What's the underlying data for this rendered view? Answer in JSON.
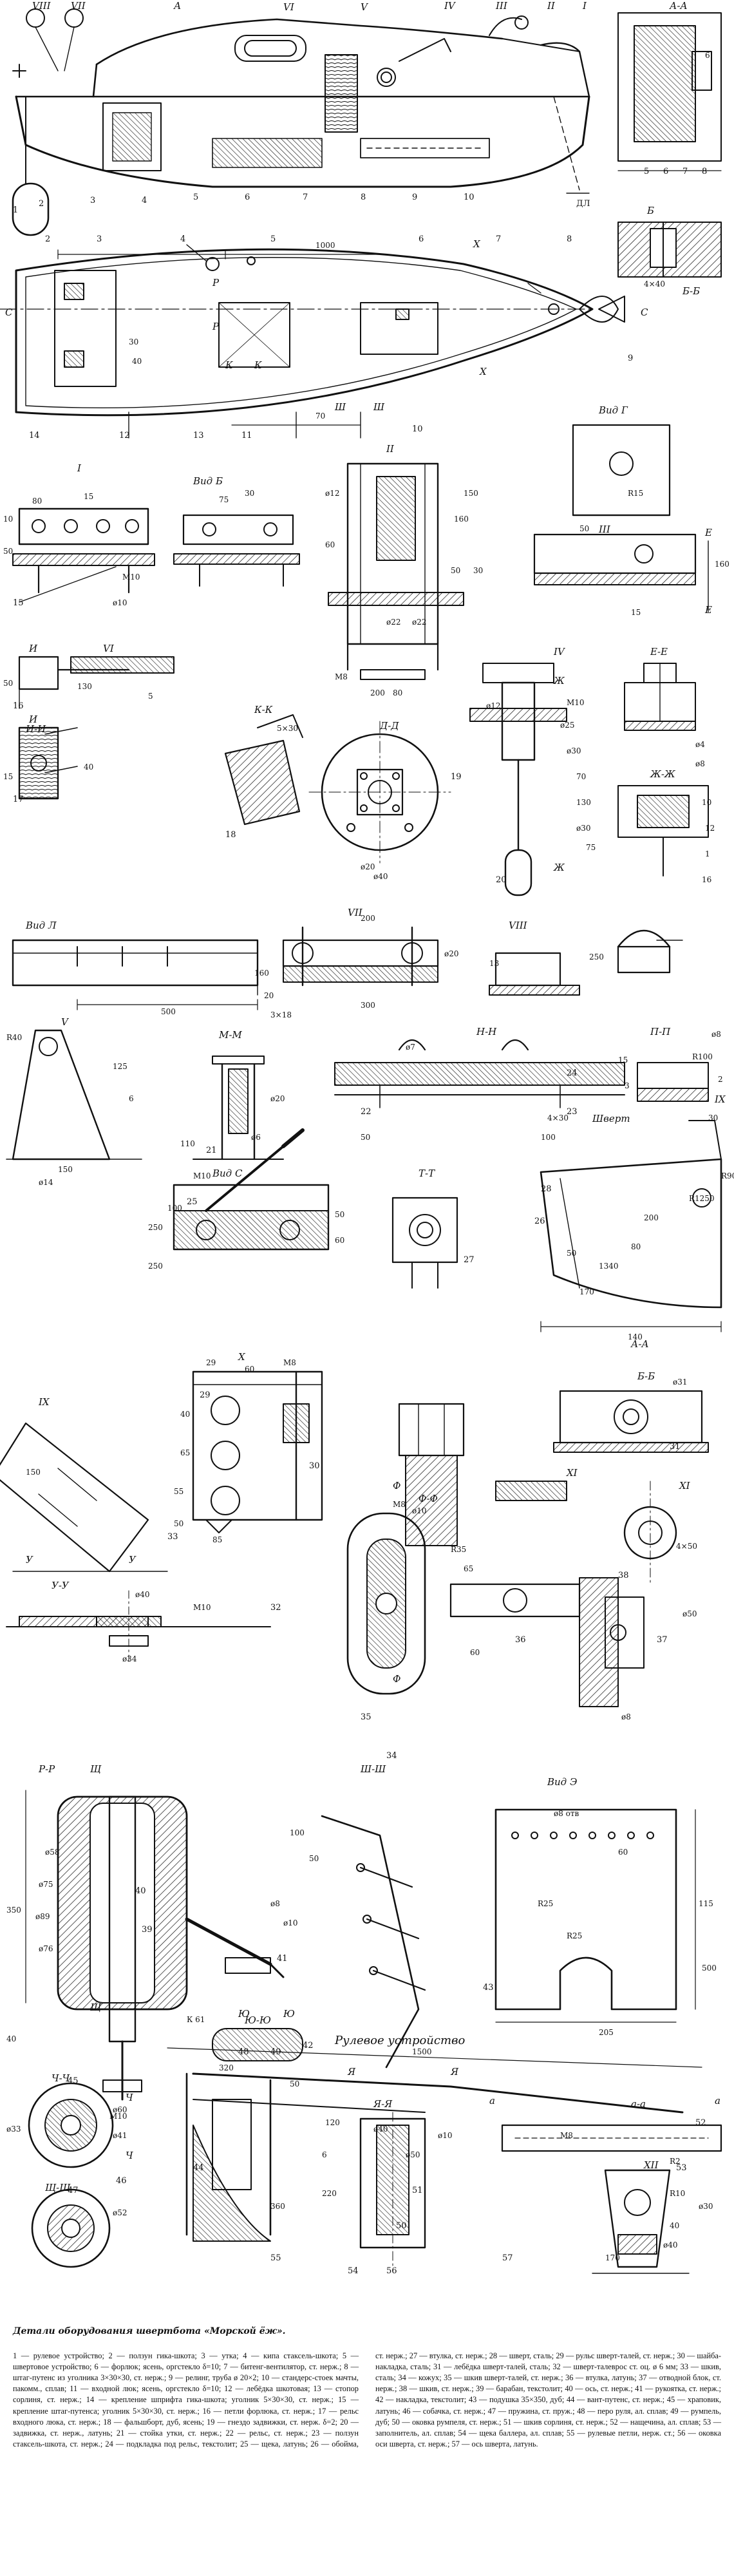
{
  "sections": {
    "main_side": [
      "VIII",
      "VII",
      "А",
      "VI",
      "V",
      "IV",
      "III",
      "II",
      "I",
      "А-А"
    ],
    "plan": [
      "Б",
      "Б-Б",
      "Р",
      "Р",
      "Х",
      "Х",
      "С",
      "С",
      "К",
      "К",
      "Ш",
      "Ш"
    ],
    "row_a": [
      "I",
      "Вид Б",
      "II",
      "Вид Г",
      "III",
      "Е",
      "Е"
    ],
    "row_b": [
      "И",
      "И",
      "VI",
      "И-И",
      "IV",
      "Ж",
      "Ж",
      "Е-Е",
      "К-К",
      "Д-Д",
      "Ж-Ж"
    ],
    "row_c": [
      "Вид Л",
      "VII",
      "VIII"
    ],
    "row_d": [
      "V",
      "М-М",
      "Н-Н",
      "П-П",
      "Вид С",
      "Т-Т",
      "Шверт",
      "IX"
    ],
    "row_e": [
      "Х",
      "А-А",
      "Б-Б",
      "XI",
      "IX",
      "У",
      "У",
      "У-У",
      "Ф",
      "Ф",
      "Ф-Ф",
      "XI"
    ],
    "row_f": [
      "Р-Р",
      "Ш-Ш",
      "Вид Э",
      "Щ",
      "Щ",
      "Ю",
      "Ю",
      "Ю-Ю",
      "Рулевое устройство"
    ],
    "row_g": [
      "Ч-Ч",
      "Я",
      "Я",
      "Я-Я",
      "а-а",
      "а",
      "а",
      "XII",
      "Щ-Щ",
      "Ч",
      "Ч"
    ]
  },
  "numbers": {
    "main_side": [
      "1",
      "2",
      "3",
      "4",
      "5",
      "6",
      "7",
      "8",
      "9",
      "10",
      "5",
      "6",
      "7",
      "8",
      "ДЛ"
    ],
    "plan": [
      "14",
      "12",
      "13",
      "11",
      "10",
      "9",
      "2",
      "3",
      "4",
      "5",
      "6",
      "7",
      "8"
    ],
    "details": [
      "15",
      "16",
      "17",
      "18",
      "19",
      "20",
      "21",
      "22",
      "23",
      "24",
      "25",
      "26",
      "27",
      "28",
      "29",
      "30",
      "31",
      "32",
      "33",
      "34",
      "35",
      "36",
      "37",
      "38",
      "39",
      "40",
      "41",
      "42",
      "43",
      "44",
      "45",
      "46",
      "47",
      "48",
      "49",
      "50",
      "51",
      "52",
      "53",
      "54",
      "55",
      "56",
      "57"
    ]
  },
  "dimensions": {
    "main": [
      "1000",
      "30",
      "40",
      "6",
      "4×40",
      "70"
    ],
    "row_a": [
      "10",
      "80",
      "15",
      "50",
      "М10",
      "ø10",
      "75",
      "30",
      "ø12",
      "60",
      "160",
      "150",
      "ø22",
      "ø22",
      "50",
      "30",
      "200",
      "80",
      "М8",
      "R15",
      "160",
      "50",
      "15"
    ],
    "row_b": [
      "50",
      "130",
      "5",
      "15",
      "40",
      "ø12",
      "М10",
      "ø25",
      "ø30",
      "70",
      "130",
      "ø30",
      "75",
      "ø20",
      "ø40",
      "ø4",
      "5×30",
      "ø8",
      "10",
      "12",
      "1",
      "16"
    ],
    "row_c": [
      "500",
      "200",
      "160",
      "20",
      "ø20",
      "300",
      "3×18",
      "250",
      "13"
    ],
    "row_d": [
      "R40",
      "125",
      "6",
      "150",
      "ø20",
      "ø6",
      "110",
      "М10",
      "ø14",
      "100",
      "50",
      "ø7",
      "15",
      "3",
      "100",
      "2",
      "4×30",
      "30",
      "R100",
      "ø8",
      "50",
      "60",
      "250",
      "250",
      "200",
      "80",
      "R1250",
      "R90",
      "140",
      "1340",
      "170",
      "50"
    ],
    "row_e": [
      "29",
      "60",
      "М8",
      "ø31",
      "40",
      "65",
      "55",
      "50",
      "85",
      "150",
      "4×50",
      "ø40",
      "М10",
      "ø34",
      "65",
      "R35",
      "60",
      "ø50",
      "ø8",
      "ø10",
      "М8"
    ],
    "row_f": [
      "ø58",
      "ø75",
      "ø89",
      "ø76",
      "350",
      "40",
      "К 61",
      "М10",
      "ø8",
      "ø10",
      "100",
      "50",
      "115",
      "ø8 отв",
      "R25",
      "R25",
      "500",
      "205",
      "60"
    ],
    "row_g": [
      "1500",
      "320",
      "50",
      "360",
      "ø40",
      "ø50",
      "ø60",
      "ø41",
      "ø52",
      "ø33",
      "120",
      "6",
      "220",
      "ø10",
      "R2",
      "R10",
      "40",
      "ø30",
      "ø40",
      "170",
      "М8"
    ]
  },
  "caption": "Детали оборудования швертбота «Морской ёж».",
  "legend_items": [
    "1 — рулевое устройство;",
    "2 — ползун гика-шкота;",
    "3 — утка;",
    "4 — кипа стаксель-шкота;",
    "5 — швертовое устройство;",
    "6 — форлюк; ясень, оргстекло δ=10;",
    "7 — битенг-вентилятор, ст. нерж.;",
    "8 — штаг-путенс из уголника 3×30×30, ст. нерж.;",
    "9 — релинг, труба ø 20×2;",
    "10 — стандерс-стоек мачты, пакомм., сплав;",
    "11 — входной люк; ясень, оргстекло δ=10;",
    "12 — лебёдка шкотовая;",
    "13 — стопор сорлиня, ст. нерж.;",
    "14 — крепление шприфта гика-шкота; уголник 5×30×30, ст. нерж.;",
    "15 — крепление штаг-путенса; уголник 5×30×30, ст. нерж.;",
    "16 — петли форлюка, ст. нерж.;",
    "17 — рельс входного люка, ст. нерж.;",
    "18 — фальшборт, дуб, ясень;",
    "19 — гнездо задвижки, ст. нерж. δ=2;",
    "20 — задвижка, ст. нерж., латунь;",
    "21 — стойка утки, ст. нерж.;",
    "22 — рельс, ст. нерж.;",
    "23 — ползун стаксель-шкота, ст. нерж.;",
    "24 — подкладка под рельс, текстолит;",
    "25 — щека, латунь;",
    "26 — обойма, ст. нерж.;",
    "27 — втулка, ст. нерж.;",
    "28 — шверт, сталь;",
    "29 — рульс шверт-талей, ст. нерж.;",
    "30 — шайба-накладка, сталь;",
    "31 — лебёдка шверт-талей, сталь;",
    "32 — шверт-талеврос ст. оц. ø 6 мм;",
    "33 — шкив, сталь;",
    "34 — кожух;",
    "35 — шкив шверт-талей, ст. нерж.;",
    "36 — втулка, латунь;",
    "37 — отводной блок, ст. нерж.;",
    "38 — шкив, ст. нерж.;",
    "39 — барабан, текстолит;",
    "40 — ось, ст. нерж.;",
    "41 — рукоятка, ст. нерж.;",
    "42 — накладка, текстолит;",
    "43 — подушка 35×350, дуб;",
    "44 — вант-путенс, ст. нерж.;",
    "45 — храповик, латунь;",
    "46 — собачка, ст. нерж.;",
    "47 — пружина, ст. пруж.;",
    "48 — перо руля, ал. сплав;",
    "49 — румпель, дуб;",
    "50 — оковка румпеля, ст. нерж.;",
    "51 — шкив сорлиня, ст. нерж.;",
    "52 — нащечина, ал. сплав;",
    "53 — заполнитель, ал. сплав;",
    "54 — щека баллера, ал. сплав;",
    "55 — рулевые петли, нерж. ст.;",
    "56 — оковка оси шверта, ст. нерж.;",
    "57 — ось шверта, латунь."
  ]
}
